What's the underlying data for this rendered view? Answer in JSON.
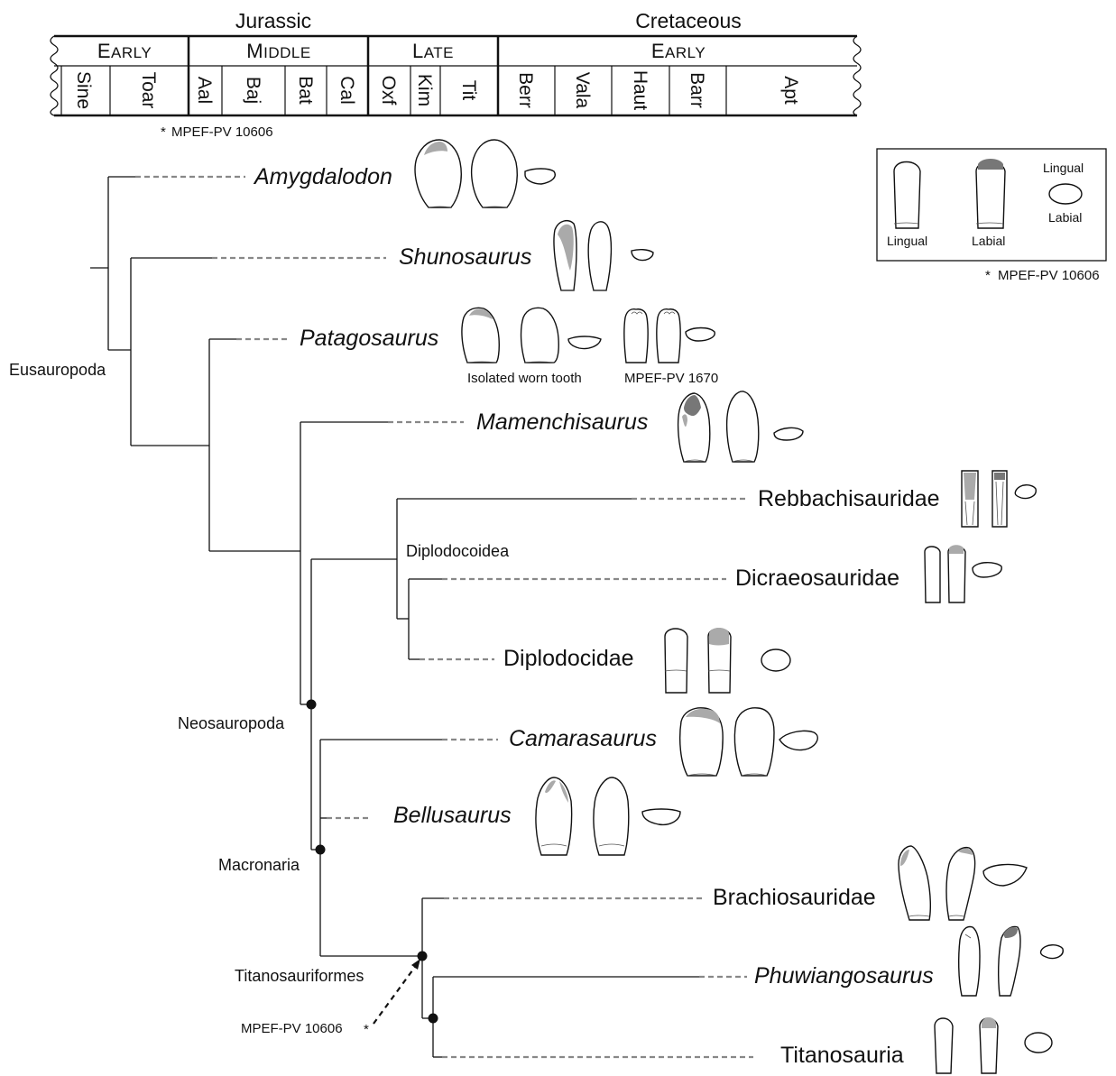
{
  "timescale": {
    "eras": [
      "Jurassic",
      "Cretaceous"
    ],
    "epochs": [
      {
        "cap": "E",
        "rest": "ARLY"
      },
      {
        "cap": "M",
        "rest": "IDDLE"
      },
      {
        "cap": "L",
        "rest": "ATE"
      },
      {
        "cap": "E",
        "rest": "ARLY"
      }
    ],
    "stages": [
      "Sine",
      "Toar",
      "Aal",
      "Baj",
      "Bat",
      "Cal",
      "Oxf",
      "Kim",
      "Tit",
      "Berr",
      "Vala",
      "Haut",
      "Barr",
      "Apt"
    ]
  },
  "specimen_note": "MPEF-PV 10606",
  "asterisk": "*",
  "taxa": {
    "amygdalodon": "Amygdalodon",
    "shunosaurus": "Shunosaurus",
    "patagosaurus": "Patagosaurus",
    "mamenchisaurus": "Mamenchisaurus",
    "rebbachisauridae": "Rebbachisauridae",
    "dicraeosauridae": "Dicraeosauridae",
    "diplodocidae": "Diplodocidae",
    "camarasaurus": "Camarasaurus",
    "bellusaurus": "Bellusaurus",
    "brachiosauridae": "Brachiosauridae",
    "phuwiangosaurus": "Phuwiangosaurus",
    "titanosauria": "Titanosauria"
  },
  "clades": {
    "eusauropoda": "Eusauropoda",
    "diplodocoidea": "Diplodocoidea",
    "neosauropoda": "Neosauropoda",
    "macronaria": "Macronaria",
    "titanosauriformes": "Titanosauriformes"
  },
  "captions": {
    "isolated_tooth": "Isolated worn tooth",
    "mpef_1670": "MPEF-PV 1670"
  },
  "legend": {
    "lingual": "Lingual",
    "labial": "Labial",
    "cross_lingual": "Lingual",
    "cross_labial": "Labial",
    "wear_color": "#aaaaaa"
  }
}
